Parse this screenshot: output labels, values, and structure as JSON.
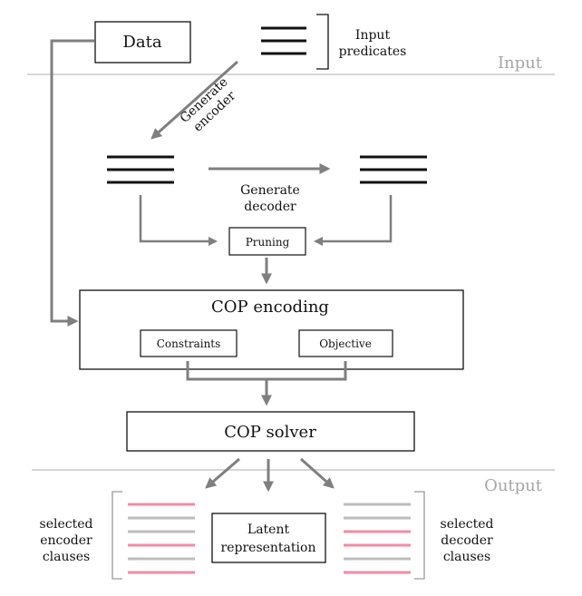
{
  "labels": {
    "data": "Data",
    "input_predicates_line1": "Input",
    "input_predicates_line2": "predicates",
    "section_input": "Input",
    "generate_encoder_line1": "Generate",
    "generate_encoder_line2": "encoder",
    "generate_decoder_line1": "Generate",
    "generate_decoder_line2": "decoder",
    "pruning": "Pruning",
    "cop_encoding": "COP encoding",
    "constraints": "Constraints",
    "objective": "Objective",
    "cop_solver": "COP solver",
    "section_output": "Output",
    "selected_encoder_line1": "selected",
    "selected_encoder_line2": "encoder",
    "selected_encoder_line3": "clauses",
    "latent_line1": "Latent",
    "latent_line2": "representation",
    "selected_decoder_line1": "selected",
    "selected_decoder_line2": "decoder",
    "selected_decoder_line3": "clauses"
  },
  "colors": {
    "arrow": "#7f7f7f",
    "section_divider": "#c8c8c8",
    "section_label": "#a6a6a6",
    "clause_selected": "#f08ca6",
    "clause_unselected": "#bdbdbd"
  },
  "clauses": {
    "encoder": [
      "selected",
      "unselected",
      "unselected",
      "selected",
      "unselected",
      "selected"
    ],
    "decoder": [
      "unselected",
      "unselected",
      "selected",
      "selected",
      "unselected",
      "selected"
    ]
  }
}
